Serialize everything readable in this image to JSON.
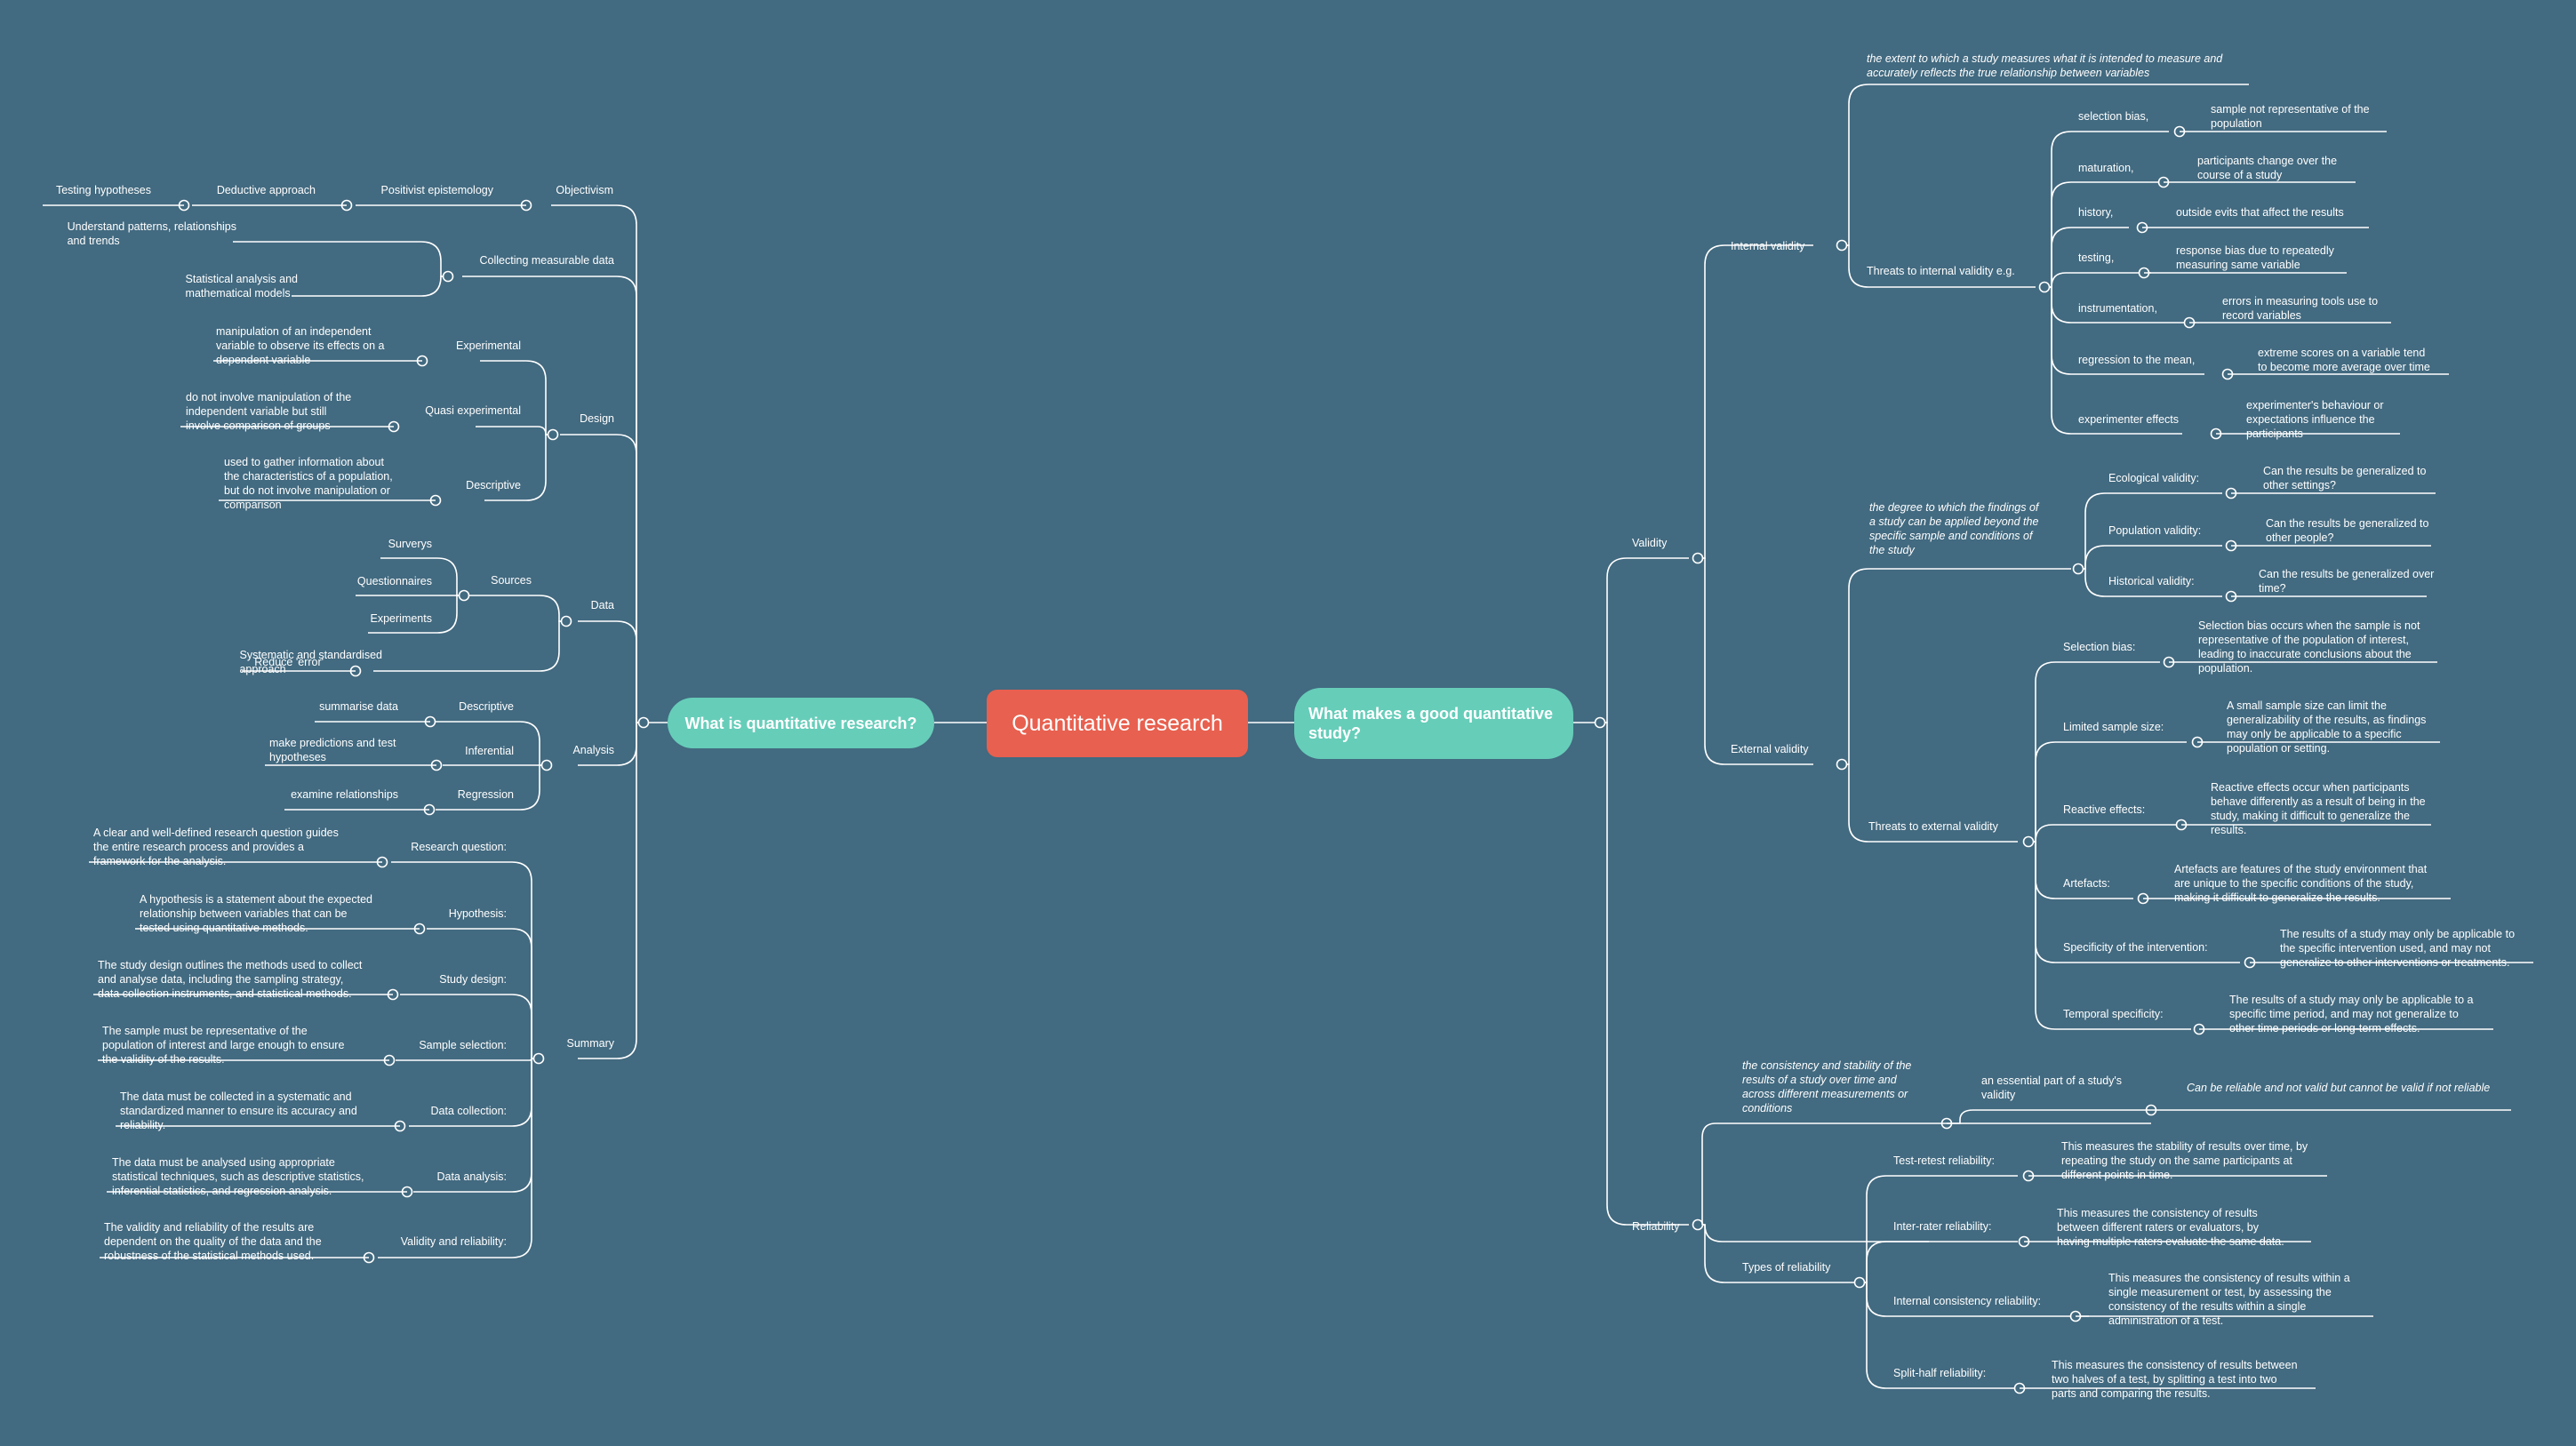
{
  "central": "Quantitative research",
  "left": {
    "title": "What is quantitative research?",
    "objectivism": "Objectivism",
    "positivist": "Positivist epistemology",
    "deductive": "Deductive approach",
    "testing_hypotheses": "Testing hypotheses",
    "collecting": "Collecting measurable data",
    "patterns": "Understand patterns, relationships\nand trends",
    "statistical": "Statistical analysis and\nmathematical models",
    "design": "Design",
    "experimental": "Experimental",
    "experimental_desc": "manipulation of an independent\nvariable to observe its effects on a\ndependent variable",
    "quasi": "Quasi experimental",
    "quasi_desc": "do not involve manipulation of the\nindependent variable but still\ninvolve comparison of groups",
    "descriptive_design": "Descriptive",
    "descriptive_design_desc": "used to gather information about\nthe characteristics of a population,\nbut do not involve manipulation or\ncomparison",
    "data": "Data",
    "sources": "Sources",
    "surveys": "Surverys",
    "questionnaires": "Questionnaires",
    "experiments": "Experiments",
    "systematic": "Systematic and standardised\napproach",
    "reduce_error": "Reduce 'error'",
    "analysis": "Analysis",
    "descriptive_analysis": "Descriptive",
    "summarise": "summarise data",
    "inferential": "Inferential",
    "predictions": "make predictions and test\nhypotheses",
    "regression": "Regression",
    "relationships": "examine relationships",
    "summary": "Summary",
    "research_question": "Research question:",
    "research_question_desc": "A clear and well-defined research question guides\nthe entire research process and provides a\nframework for the analysis.",
    "hypothesis": "Hypothesis:",
    "hypothesis_desc": "A hypothesis is a statement about the expected\nrelationship between variables that can be\ntested using quantitative methods.",
    "study_design": "Study design:",
    "study_design_desc": "The study design outlines the methods used to collect\nand analyse data, including the sampling strategy,\ndata collection instruments, and statistical methods.",
    "sample_selection": "Sample selection:",
    "sample_selection_desc": "The sample must be representative of the\npopulation of interest and large enough to ensure\nthe validity of the results.",
    "data_collection": "Data collection:",
    "data_collection_desc": "The data must be collected in a systematic and\nstandardized manner to ensure its accuracy and\nreliability.",
    "data_analysis": "Data analysis:",
    "data_analysis_desc": "The data must be analysed using appropriate\nstatistical techniques, such as descriptive statistics,\ninferential statistics, and regression analysis.",
    "validity_reliability": "Validity and reliability:",
    "validity_reliability_desc": "The validity and reliability of the results are\ndependent on the quality of the data and the\nrobustness of the statistical methods used."
  },
  "right": {
    "title": "What makes a good quantitative\nstudy?",
    "validity": "Validity",
    "internal_validity": "Internal validity",
    "internal_def": "the extent to which a study measures what it is intended to measure and\naccurately reflects the true relationship between variables",
    "threats_internal": "Threats to internal validity e.g.",
    "selection_bias": "selection bias,",
    "selection_bias_desc": "sample not representative of the\npopulation",
    "maturation": "maturation,",
    "maturation_desc": "participants change over the\ncourse of a study",
    "history": "history,",
    "history_desc": "outside evits that affect the results",
    "testing": "testing,",
    "testing_desc": "response bias due to repeatedly\nmeasuring same variable",
    "instrumentation": "instrumentation,",
    "instrumentation_desc": "errors in measuring tools use to\nrecord variables",
    "regression_mean": "regression to the mean,",
    "regression_mean_desc": "extreme scores on a variable tend\nto become more average over time",
    "experimenter": "experimenter effects",
    "experimenter_desc": "experimenter's behaviour or\nexpectations influence the\nparticipants",
    "external_validity": "External validity",
    "external_def": "the degree to which the findings of\na study can be applied beyond the\nspecific sample and conditions of\nthe study",
    "ecological": "Ecological validity:",
    "ecological_desc": "Can the results be generalized to\nother settings?",
    "population": "Population validity:",
    "population_desc": "Can the results be generalized to\nother people?",
    "historical": "Historical validity:",
    "historical_desc": "Can the results be generalized over\ntime?",
    "threats_external": "Threats to external validity",
    "selection_bias_ext": "Selection bias:",
    "selection_bias_ext_desc": "Selection bias occurs when the sample is not\nrepresentative of the population of interest,\nleading to inaccurate conclusions about the\npopulation.",
    "limited_sample": "Limited sample size:",
    "limited_sample_desc": "A small sample size can limit the\ngeneralizability of the results, as findings\nmay only be applicable to a specific\npopulation or setting.",
    "reactive": "Reactive effects:",
    "reactive_desc": "Reactive effects occur when participants\nbehave differently as a result of being in the\nstudy, making it difficult to generalize the\nresults.",
    "artefacts": "Artefacts:",
    "artefacts_desc": "Artefacts are features of the study environment that\nare unique to the specific conditions of the study,\nmaking it difficult to generalize the results.",
    "specificity": "Specificity of the intervention:",
    "specificity_desc": "The results of a study may only be applicable to\nthe specific intervention used, and may not\ngeneralize to other interventions or treatments.",
    "temporal": "Temporal specificity:",
    "temporal_desc": "The results of a study may only be applicable to a\nspecific time period, and may not generalize to\nother time periods or long-term effects.",
    "reliability": "Reliability",
    "reliability_def": "the consistency and stability of the\nresults of a study over time and\nacross different measurements or\nconditions",
    "essential": "an essential part of a study's\nvalidity",
    "can_be_reliable": "Can be reliable and not valid but cannot be valid if not reliable",
    "types_reliability": "Types of reliability",
    "test_retest": "Test-retest reliability:",
    "test_retest_desc": "This measures the stability of results over time, by\nrepeating the study on the same participants at\ndifferent points in time.",
    "inter_rater": "Inter-rater reliability:",
    "inter_rater_desc": "This measures the consistency of results\nbetween different raters or evaluators, by\nhaving multiple raters evaluate the same data.",
    "internal_consistency": "Internal consistency reliability:",
    "internal_consistency_desc": "This measures the consistency of results within a\nsingle measurement or test, by assessing the\nconsistency of the results within a single\nadministration of a test.",
    "split_half": "Split-half reliability:",
    "split_half_desc": "This measures the consistency of results between\ntwo halves of a test, by splitting a test into two\nparts and comparing the results."
  },
  "colors": {
    "background": "#426a80",
    "central": "#e8604f",
    "branch": "#66cdb9",
    "line": "#ffffff"
  }
}
